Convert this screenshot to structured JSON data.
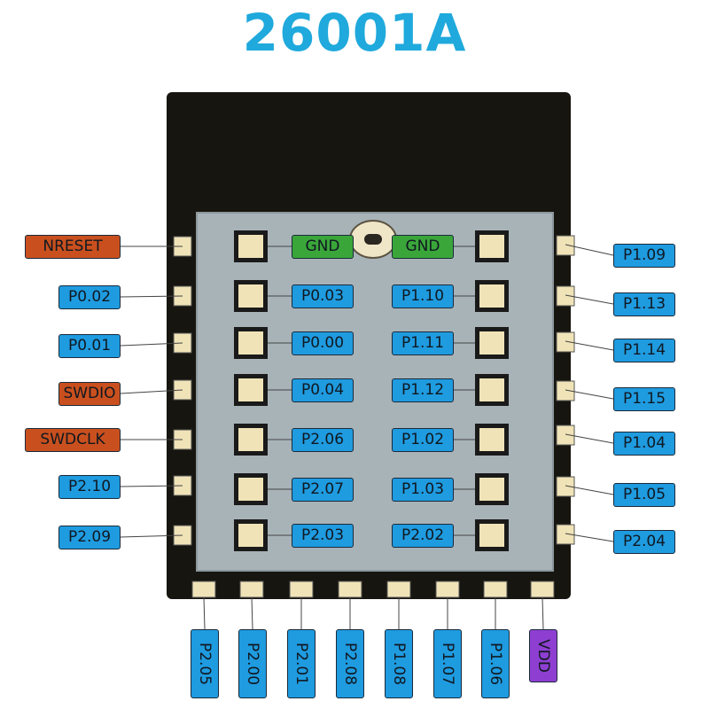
{
  "title": "26001A",
  "colors": {
    "title": "#1fa9dc",
    "blue": "#1f9be0",
    "orange": "#c9501e",
    "green": "#3aa63a",
    "purple": "#8e3fd1",
    "board": "#17150f",
    "shield": "#a8b3b8",
    "pad": "#f0e3b8"
  },
  "labels": {
    "left": [
      "NRESET",
      "P0.02",
      "P0.01",
      "SWDIO",
      "SWDCLK",
      "P2.10",
      "P2.09"
    ],
    "left_colors": [
      "orange",
      "blue",
      "blue",
      "orange",
      "orange",
      "blue",
      "blue"
    ],
    "right": [
      "P1.09",
      "P1.13",
      "P1.14",
      "P1.15",
      "P1.04",
      "P1.05",
      "P2.04"
    ],
    "inner_left": [
      "GND",
      "P0.03",
      "P0.00",
      "P0.04",
      "P2.06",
      "P2.07",
      "P2.03"
    ],
    "inner_right": [
      "GND",
      "P1.10",
      "P1.11",
      "P1.12",
      "P1.02",
      "P1.03",
      "P2.02"
    ],
    "bottom": [
      "P2.05",
      "P2.00",
      "P2.01",
      "P2.08",
      "P1.08",
      "P1.07",
      "P1.06",
      "VDD"
    ],
    "bottom_colors": [
      "blue",
      "blue",
      "blue",
      "blue",
      "blue",
      "blue",
      "blue",
      "purple"
    ]
  }
}
